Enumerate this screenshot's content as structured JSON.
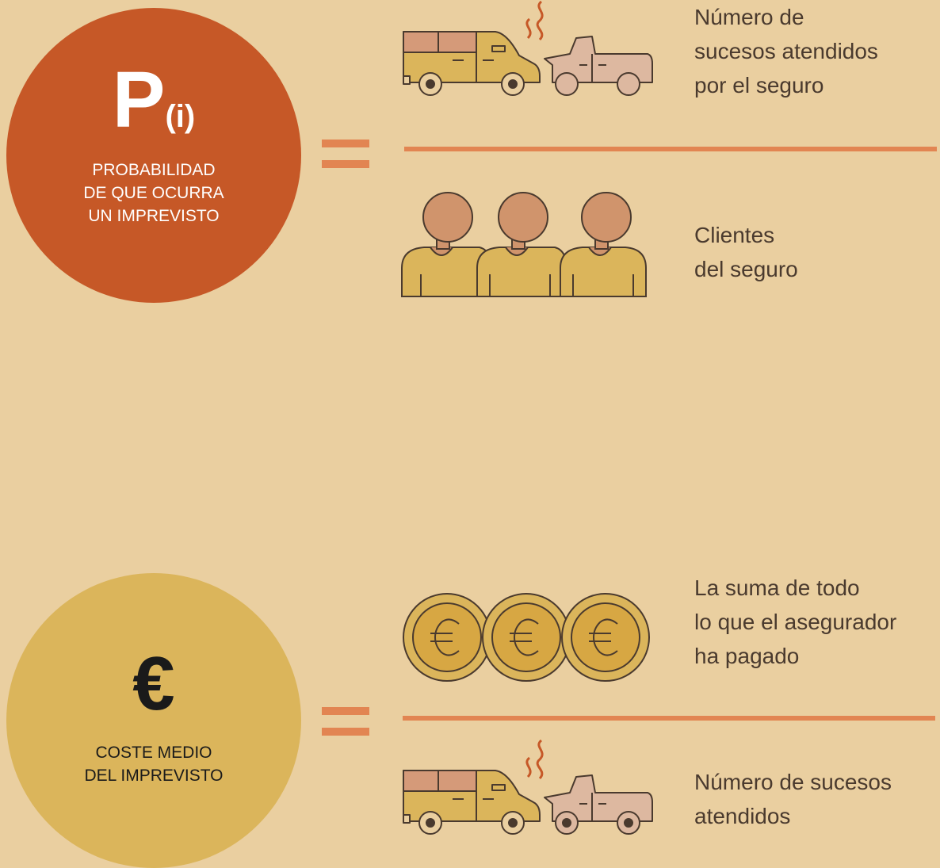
{
  "probability": {
    "symbol": "P",
    "subscript": "(i)",
    "caption": "PROBABILIDAD\nDE QUE OCURRA\nUN IMPREVISTO",
    "numerator_label": "Número de\nsucesos atendidos\npor el seguro",
    "denominator_label": "Clientes\ndel seguro"
  },
  "cost": {
    "symbol": "€",
    "caption": "COSTE MEDIO\nDEL IMPREVISTO",
    "numerator_label": "La suma de todo\nlo que el asegurador\nha pagado",
    "denominator_label": "Número de sucesos\natendidos"
  },
  "colors": {
    "background": "#eacfa0",
    "probability_circle": "#c65827",
    "cost_circle": "#dbb55b",
    "accent": "#e28552"
  },
  "icons": [
    "car-crash-icon",
    "clients-icon",
    "euro-coins-icon"
  ]
}
